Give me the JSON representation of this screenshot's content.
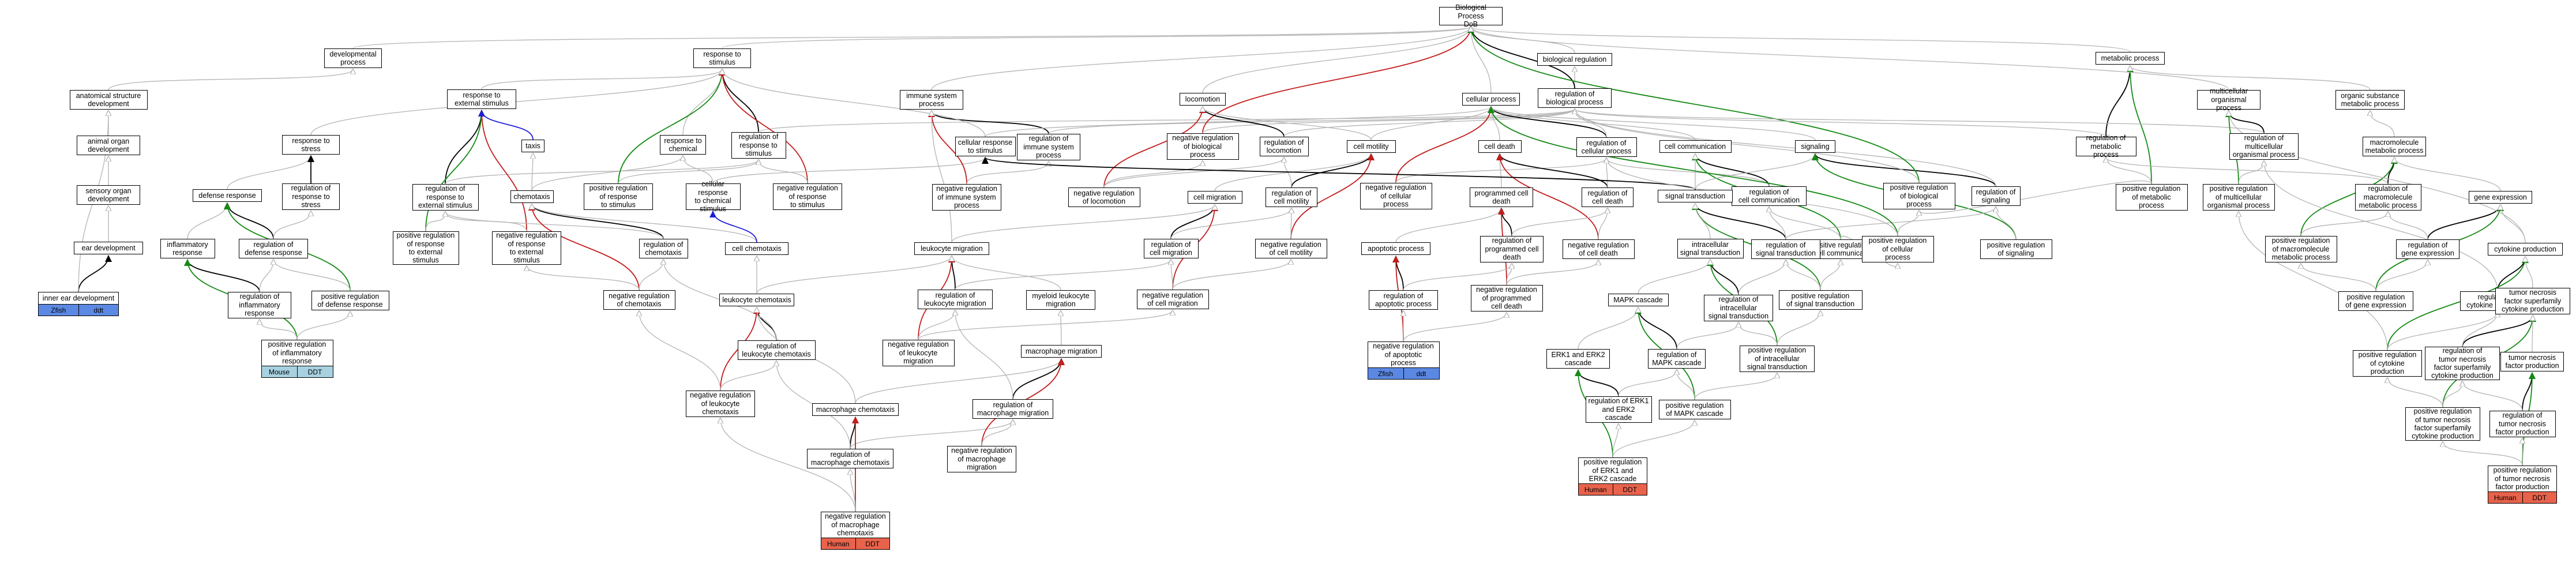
{
  "colors": {
    "is_a": "#b4b4b4",
    "part_of": "#000000",
    "regulates": "#1f1fd6",
    "positively_regulates": "#158a15",
    "negatively_regulates": "#c41d1d",
    "zfin": "#5b88e2",
    "mouse": "#a7d1e0",
    "human": "#e8624c"
  },
  "nodes": {
    "biological_process": "Biological Process\nDoB",
    "biological_regulation": "biological regulation",
    "regulation_of_biological_process": "regulation of\nbiological process",
    "developmental_process": "developmental\nprocess",
    "anatomical_structure_development": "anatomical structure\ndevelopment",
    "animal_organ_development": "animal organ\ndevelopment",
    "sensory_organ_development": "sensory organ\ndevelopment",
    "ear_development": "ear development",
    "inner_ear_development": "inner ear development",
    "response_to_stimulus": "response to\nstimulus",
    "response_to_external_stimulus": "response to\nexternal stimulus",
    "response_to_stress": "response to\nstress",
    "defense_response": "defense response",
    "inflammatory_response": "inflammatory\nresponse",
    "regulation_of_response_to_stress": "regulation of\nresponse to\nstress",
    "regulation_of_defense_response": "regulation of\ndefense response",
    "regulation_of_inflammatory_response": "regulation of\ninflammatory\nresponse",
    "positive_regulation_of_defense_response": "positive regulation\nof defense response",
    "positive_regulation_of_inflammatory_response": "positive regulation\nof inflammatory\nresponse",
    "regulation_of_response_to_external_stimulus": "regulation of\nresponse to\nexternal stimulus",
    "positive_regulation_of_response_to_external_stimulus": "positive regulation\nof response\nto external\nstimulus",
    "negative_regulation_of_response_to_external_stimulus": "negative regulation\nof response\nto external\nstimulus",
    "taxis": "taxis",
    "chemotaxis": "chemotaxis",
    "response_to_chemical": "response to\nchemical",
    "regulation_of_response_to_stimulus": "regulation of\nresponse to\nstimulus",
    "positive_regulation_of_response_to_stimulus": "positive regulation\nof response\nto stimulus",
    "negative_regulation_of_response_to_stimulus": "negative regulation\nof response\nto stimulus",
    "cellular_response_to_chemical_stimulus": "cellular response\nto chemical\nstimulus",
    "regulation_of_chemotaxis": "regulation of\nchemotaxis",
    "negative_regulation_of_chemotaxis": "negative regulation\nof chemotaxis",
    "cell_chemotaxis": "cell chemotaxis",
    "leukocyte_chemotaxis": "leukocyte chemotaxis",
    "regulation_of_leukocyte_chemotaxis": "regulation of\nleukocyte chemotaxis",
    "negative_regulation_of_leukocyte_chemotaxis": "negative regulation\nof leukocyte\nchemotaxis",
    "immune_system_process": "immune system\nprocess",
    "regulation_of_immune_system_process": "regulation of\nimmune system\nprocess",
    "negative_regulation_of_immune_system_process": "negative regulation\nof immune system\nprocess",
    "cellular_response_to_stimulus": "cellular response\nto stimulus",
    "locomotion": "locomotion",
    "negative_regulation_of_biological_process": "negative regulation\nof biological\nprocess",
    "regulation_of_locomotion": "regulation of\nlocomotion",
    "negative_regulation_of_locomotion": "negative regulation\nof locomotion",
    "cell_motility": "cell motility",
    "cell_migration": "cell migration",
    "regulation_of_cell_motility": "regulation of\ncell motility",
    "regulation_of_cell_migration": "regulation of\ncell migration",
    "negative_regulation_of_cell_motility": "negative regulation\nof cell motility",
    "negative_regulation_of_cell_migration": "negative regulation\nof cell migration",
    "leukocyte_migration": "leukocyte migration",
    "regulation_of_leukocyte_migration": "regulation of\nleukocyte migration",
    "negative_regulation_of_leukocyte_migration": "negative regulation\nof leukocyte\nmigration",
    "myeloid_leukocyte_migration": "myeloid leukocyte\nmigration",
    "macrophage_migration": "macrophage migration",
    "macrophage_chemotaxis": "macrophage chemotaxis",
    "regulation_of_macrophage_migration": "regulation of\nmacrophage migration",
    "regulation_of_macrophage_chemotaxis": "regulation of\nmacrophage chemotaxis",
    "negative_regulation_of_macrophage_migration": "negative regulation\nof macrophage\nmigration",
    "negative_regulation_of_macrophage_chemotaxis": "negative regulation\nof macrophage\nchemotaxis",
    "cellular_process": "cellular process",
    "regulation_of_cellular_process": "regulation of\ncellular process",
    "negative_regulation_of_cellular_process": "negative regulation\nof cellular\nprocess",
    "cell_death": "cell death",
    "programmed_cell_death": "programmed cell\ndeath",
    "apoptotic_process": "apoptotic process",
    "regulation_of_cell_death": "regulation of\ncell death",
    "negative_regulation_of_cell_death": "negative regulation\nof cell death",
    "regulation_of_programmed_cell_death": "regulation of\nprogrammed cell\ndeath",
    "negative_regulation_of_programmed_cell_death": "negative regulation\nof programmed\ncell death",
    "regulation_of_apoptotic_process": "regulation of\napoptotic process",
    "negative_regulation_of_apoptotic_process": "negative regulation\nof apoptotic\nprocess",
    "cell_communication": "cell communication",
    "regulation_of_cell_communication": "regulation of\ncell communication",
    "positive_regulation_of_cell_communication": "positive regulation\nof cell communication",
    "signaling": "signaling",
    "signal_transduction": "signal transduction",
    "regulation_of_signaling": "regulation of\nsignaling",
    "positive_regulation_of_signaling": "positive regulation\nof signaling",
    "regulation_of_signal_transduction": "regulation of\nsignal transduction",
    "positive_regulation_of_signal_transduction": "positive regulation\nof signal transduction",
    "intracellular_signal_transduction": "intracellular\nsignal transduction",
    "regulation_of_intracellular_signal_transduction": "regulation of\nintracellular\nsignal transduction",
    "positive_regulation_of_intracellular_signal_transduction": "positive regulation\nof intracellular\nsignal transduction",
    "mapk_cascade": "MAPK cascade",
    "regulation_of_mapk_cascade": "regulation of\nMAPK cascade",
    "positive_regulation_of_mapk_cascade": "positive regulation\nof MAPK cascade",
    "erk1_erk2_cascade": "ERK1 and ERK2\ncascade",
    "regulation_of_erk1_erk2_cascade": "regulation of ERK1\nand ERK2\ncascade",
    "positive_regulation_of_erk1_erk2_cascade": "positive regulation\nof ERK1 and\nERK2 cascade",
    "positive_regulation_of_biological_process": "positive regulation\nof biological\nprocess",
    "positive_regulation_of_cellular_process": "positive regulation\nof cellular\nprocess",
    "metabolic_process": "metabolic process",
    "regulation_of_metabolic_process": "regulation of\nmetabolic process",
    "positive_regulation_of_metabolic_process": "positive regulation\nof metabolic\nprocess",
    "multicellular_organismal_process": "multicellular\norganismal process",
    "regulation_of_multicellular_organismal_process": "regulation of\nmulticellular\norganismal process",
    "positive_regulation_of_multicellular_organismal_process": "positive regulation\nof multicellular\norganismal process",
    "organic_substance_metabolic_process": "organic substance\nmetabolic process",
    "macromolecule_metabolic_process": "macromolecule\nmetabolic process",
    "regulation_of_macromolecule_metabolic_process": "regulation of\nmacromolecule\nmetabolic process",
    "positive_regulation_of_macromolecule_metabolic_process": "positive regulation\nof macromolecule\nmetabolic process",
    "gene_expression": "gene expression",
    "regulation_of_gene_expression": "regulation of\ngene expression",
    "positive_regulation_of_gene_expression": "positive regulation\nof gene expression",
    "cytokine_production": "cytokine production",
    "regulation_of_cytokine_production": "regulation of\ncytokine production",
    "positive_regulation_of_cytokine_production": "positive regulation\nof cytokine\nproduction",
    "tnf_superfamily_cytokine_production": "tumor necrosis\nfactor superfamily\ncytokine production",
    "regulation_of_tnf_superfamily_cytokine_production": "regulation of\ntumor necrosis\nfactor superfamily\ncytokine production",
    "positive_regulation_of_tnf_superfamily_cytokine_production": "positive regulation\nof tumor necrosis\nfactor superfamily\ncytokine production",
    "tnf_production": "tumor necrosis\nfactor production",
    "regulation_of_tnf_production": "regulation of\ntumor necrosis\nfactor production",
    "positive_regulation_of_tnf_production": "positive regulation\nof tumor necrosis\nfactor production"
  },
  "tags": {
    "inner_ear_development": [
      "Zfish",
      "ddt"
    ],
    "positive_regulation_of_inflammatory_response": [
      "Mouse",
      "DDT"
    ],
    "negative_regulation_of_macrophage_chemotaxis": [
      "Human",
      "DDT"
    ],
    "negative_regulation_of_apoptotic_process": [
      "Zfish",
      "ddt"
    ],
    "positive_regulation_of_erk1_erk2_cascade": [
      "Human",
      "DDT"
    ],
    "positive_regulation_of_tnf_production": [
      "Human",
      "DDT"
    ]
  }
}
